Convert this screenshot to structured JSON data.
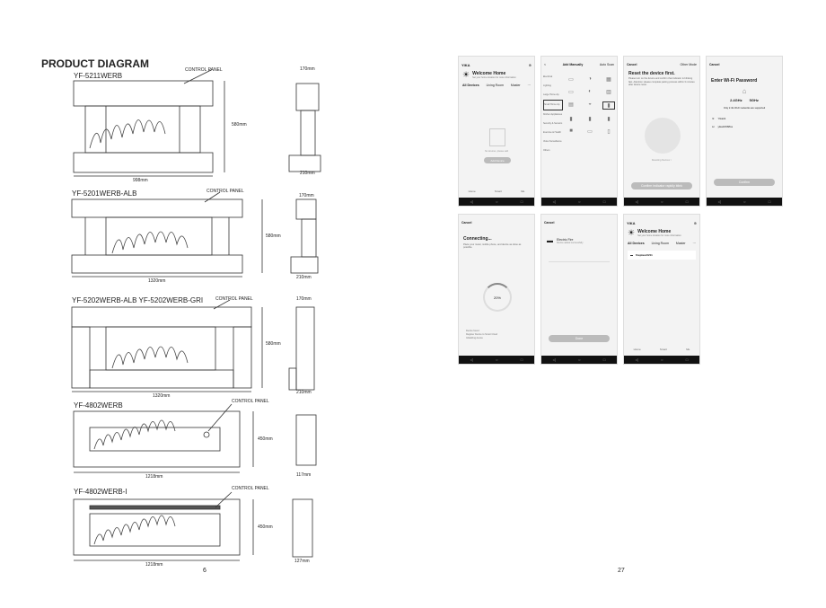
{
  "left_page": {
    "title": "PRODUCT DIAGRAM",
    "page_number": "6",
    "models": [
      {
        "name": "YF-5211WERB",
        "control_panel": "CONTROL PANEL",
        "width": "998mm",
        "height": "580mm",
        "depth_top": "170mm",
        "depth_bottom": "210mm"
      },
      {
        "name": "YF-5201WERB-ALB",
        "control_panel": "CONTROL PANEL",
        "width": "1320mm",
        "height": "580mm",
        "depth_top": "170mm",
        "depth_bottom": "210mm"
      },
      {
        "name": "YF-5202WERB-ALB  YF-5202WERB-GRI",
        "control_panel": "CONTROL PANEL",
        "width": "1320mm",
        "height": "580mm",
        "depth_top": "170mm",
        "depth_bottom": "210mm"
      },
      {
        "name": "YF-4802WERB",
        "control_panel": "CONTROL PANEL",
        "width": "1218mm",
        "height": "450mm",
        "depth": "117mm"
      },
      {
        "name": "YF-4802WERB-I",
        "control_panel": "CONTROL PANEL",
        "width": "1218mm",
        "height": "450mm",
        "depth": "127mm"
      }
    ]
  },
  "right_page": {
    "page_number": "27",
    "screens": {
      "home": {
        "user": "YIKA",
        "welcome": "Welcome Home",
        "subtitle": "Set your home location for more information",
        "tabs": [
          "All Devices",
          "Living Room",
          "Master",
          "···"
        ],
        "empty": "No devices, please add",
        "add_button": "Add Device",
        "nav": [
          "Home",
          "Smart",
          "Me"
        ]
      },
      "add_manually": {
        "back": "<",
        "title": "Add Manually",
        "auto_scan": "Auto Scan",
        "categories": [
          "Electrical",
          "Lighting",
          "Large Home Ap.",
          "Small Home Ap.",
          "Kitchen Appliances",
          "Security & Sensors",
          "Exercise & Health",
          "Video Surveillance",
          "Others"
        ]
      },
      "reset": {
        "cancel": "Cancel",
        "other_mode": "Other Mode",
        "heading": "Reset the device first.",
        "body": "Please turn on the device and confirm that indicator is blinking fast. Attention: please complete pairing process within 3 minutes after device reset.",
        "reset_link": "Resetting Devices >",
        "confirm": "Confirm indicator rapidly blink"
      },
      "wifi": {
        "cancel": "Cancel",
        "heading": "Enter Wi-Fi Password",
        "band1": "2.4GHz",
        "band2": "5GHz",
        "note": "Only 2.4G Wi-Fi networks are supported",
        "ssid": "Yikait1",
        "password": "yika1666ffss",
        "confirm": "Confirm"
      },
      "connecting": {
        "cancel": "Cancel",
        "heading": "Connecting...",
        "body": "Place your router, mobile phone, and device as close as possible.",
        "percent": "20%",
        "steps": [
          "Device found",
          "Register Device to Smart Cloud",
          "Initializing device"
        ]
      },
      "success": {
        "cancel": "Cancel",
        "device": "Electric Fire",
        "device_sub": "Device added successfully",
        "done": "Done"
      },
      "home_added": {
        "user": "YIKA",
        "welcome": "Welcome Home",
        "subtitle": "Set your home location for more information",
        "tabs": [
          "All Devices",
          "Living Room",
          "Master",
          "···"
        ],
        "device": "fireplace5211",
        "nav": [
          "Home",
          "Smart",
          "Me"
        ]
      }
    }
  }
}
